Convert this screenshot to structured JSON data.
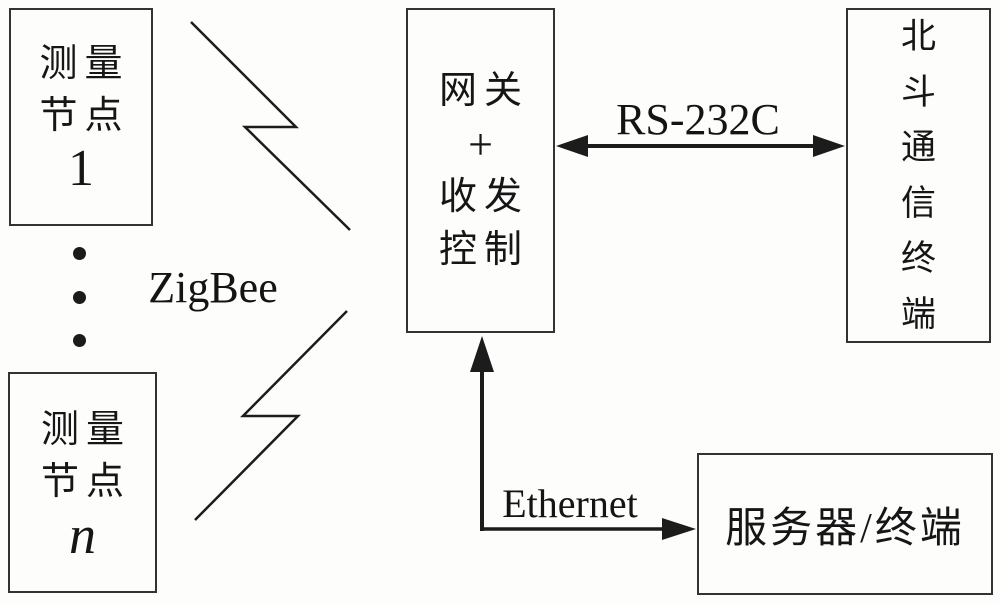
{
  "nodes": {
    "measure_node_1": {
      "line1": "测量",
      "line2": "节点",
      "line3": "1"
    },
    "measure_node_n": {
      "line1": "测量",
      "line2": "节点",
      "line3": "n"
    },
    "gateway": {
      "line1": "网关",
      "line2": "+",
      "line3": "收发",
      "line4": "控制"
    },
    "beidou_terminal": {
      "label": "北斗通信终端"
    },
    "server_terminal": {
      "label": "服务器/终端"
    }
  },
  "links": {
    "zigbee": {
      "label": "ZigBee"
    },
    "rs232c": {
      "label": "RS-232C"
    },
    "ethernet": {
      "label": "Ethernet"
    }
  },
  "icons": {
    "zigbee_upper": "lightning-zigzag",
    "zigbee_lower": "lightning-zigzag",
    "ellipsis": "vertical-dots"
  },
  "colors": {
    "background": "#fdfdfc",
    "line": "#1c1c1c",
    "border": "#333333",
    "text": "#111111"
  }
}
